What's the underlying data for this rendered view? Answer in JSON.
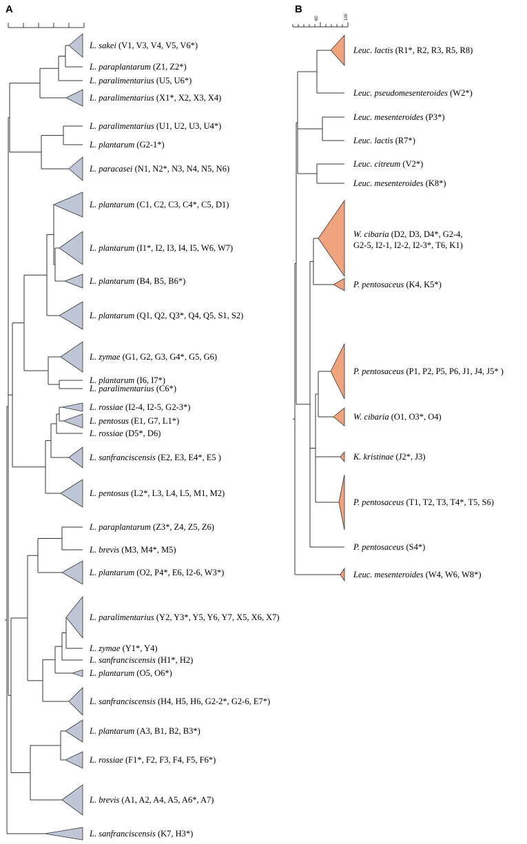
{
  "colors": {
    "panel_a_fill": "#BFC6D6",
    "panel_b_fill": "#F0A47E",
    "line": "#333333"
  },
  "panel_a": {
    "letter": "A",
    "leaves": [
      {
        "species": "L. sakei",
        "strains": "(V1, V3, V4, V5, V6*)"
      },
      {
        "species": "L. paraplantarum",
        "strains": "(Z1, Z2*)"
      },
      {
        "species": "L. paralimentarius",
        "strains": "(U5, U6*)"
      },
      {
        "species": "L. paralimentarius",
        "strains": "(X1*, X2, X3, X4)"
      },
      {
        "species": "L. paralimentarius",
        "strains": "(U1, U2, U3, U4*)"
      },
      {
        "species": "L. plantarum",
        "strains": "(G2-1*)"
      },
      {
        "species": "L. paracasei",
        "strains": "(N1, N2*, N3, N4, N5, N6)"
      },
      {
        "species": "L. plantarum",
        "strains": "(C1, C2, C3, C4*, C5, D1)"
      },
      {
        "species": "L. plantarum",
        "strains": "(I1*, I2, I3, I4, I5, W6, W7)"
      },
      {
        "species": "L. plantarum",
        "strains": "(B4, B5, B6*)"
      },
      {
        "species": "L. plantarum",
        "strains": "(Q1, Q2, Q3*, Q4, Q5, S1, S2)"
      },
      {
        "species": "L. zymae",
        "strains": "(G1, G2, G3, G4*, G5, G6)"
      },
      {
        "species": "L. plantarum",
        "strains": "(I6, I7*)"
      },
      {
        "species": "L. paralimentarius",
        "strains": "(C6*)"
      },
      {
        "species": "L. rossiae",
        "strains": "(I2-4, I2-5, G2-3*)"
      },
      {
        "species": "L. pentosus",
        "strains": "(E1, G7, L1*)"
      },
      {
        "species": "L. rossiae",
        "strains": "(D5*, D6)"
      },
      {
        "species": "L. sanfranciscensis",
        "strains": "(E2, E3, E4*, E5 )"
      },
      {
        "species": "L. pentosus",
        "strains": "(L2*, L3, L4, L5, M1, M2)"
      },
      {
        "species": "L. paraplantarum",
        "strains": "(Z3*, Z4, Z5, Z6)"
      },
      {
        "species": "L. brevis",
        "strains": "(M3, M4*, M5)"
      },
      {
        "species": "L. plantarum",
        "strains": "(O2, P4*, E6, I2-6, W3*)"
      },
      {
        "species": "L. paralimentarius",
        "strains": "(Y2, Y3*, Y5, Y6, Y7, X5, X6, X7)"
      },
      {
        "species": "L. zymae",
        "strains": "(Y1*, Y4)"
      },
      {
        "species": "L. sanfranciscensis",
        "strains": "(H1*, H2)"
      },
      {
        "species": "L. plantarum",
        "strains": "(O5, O6*)"
      },
      {
        "species": "L. sanfranciscensis",
        "strains": "(H4, H5, H6, G2-2*, G2-6, E7*)"
      },
      {
        "species": "L. plantarum",
        "strains": "(A3, B1, B2, B3*)"
      },
      {
        "species": "L. rossiae",
        "strains": "(F1*, F2, F3, F4, F5, F6*)"
      },
      {
        "species": "L. brevis",
        "strains": "(A1, A2, A4, A5, A6*, A7)"
      },
      {
        "species": "L. sanfranciscensis",
        "strains": "(K7, H3*)"
      }
    ]
  },
  "panel_b": {
    "letter": "B",
    "scale": {
      "labels": [
        "60",
        "100"
      ]
    },
    "leaves": [
      {
        "species": "Leuc. lactis",
        "strains": [
          "(R1*, R2, R3, R5, R8)"
        ]
      },
      {
        "species": "Leuc. pseudomesenteroides",
        "strains": [
          "(W2*)"
        ]
      },
      {
        "species": "Leuc. mesenteroides",
        "strains": [
          "(P3*)"
        ]
      },
      {
        "species": "Leuc. lactis",
        "strains": [
          "(R7*)"
        ]
      },
      {
        "species": "Leuc. citreum",
        "strains": [
          "(V2*)"
        ]
      },
      {
        "species": "Leuc. mesenteroides",
        "strains": [
          "(K8*)"
        ]
      },
      {
        "species": "W. cibaria",
        "strains": [
          "(D2, D3, D4*, G2-4,",
          "G2-5, I2-1, I2-2, I2-3*, T6, K1)"
        ]
      },
      {
        "species": "P. pentosaceus",
        "strains": [
          "(K4, K5*)"
        ]
      },
      {
        "species": "P. pentosaceus",
        "strains": [
          "(P1, P2, P5, P6, J1, J4, J5* )"
        ]
      },
      {
        "species": "W. cibaria",
        "strains": [
          "(O1, O3*, O4)"
        ]
      },
      {
        "species": "K. kristinae",
        "strains": [
          "(J2*, J3)"
        ]
      },
      {
        "species": "P. pentosaceus",
        "strains": [
          "(T1, T2, T3, T4*, T5, S6)"
        ]
      },
      {
        "species": "P. pentosaceus",
        "strains": [
          "(S4*)"
        ]
      },
      {
        "species": "Leuc. mesenteroides",
        "strains": [
          "(W4, W6, W8*)"
        ]
      }
    ]
  }
}
